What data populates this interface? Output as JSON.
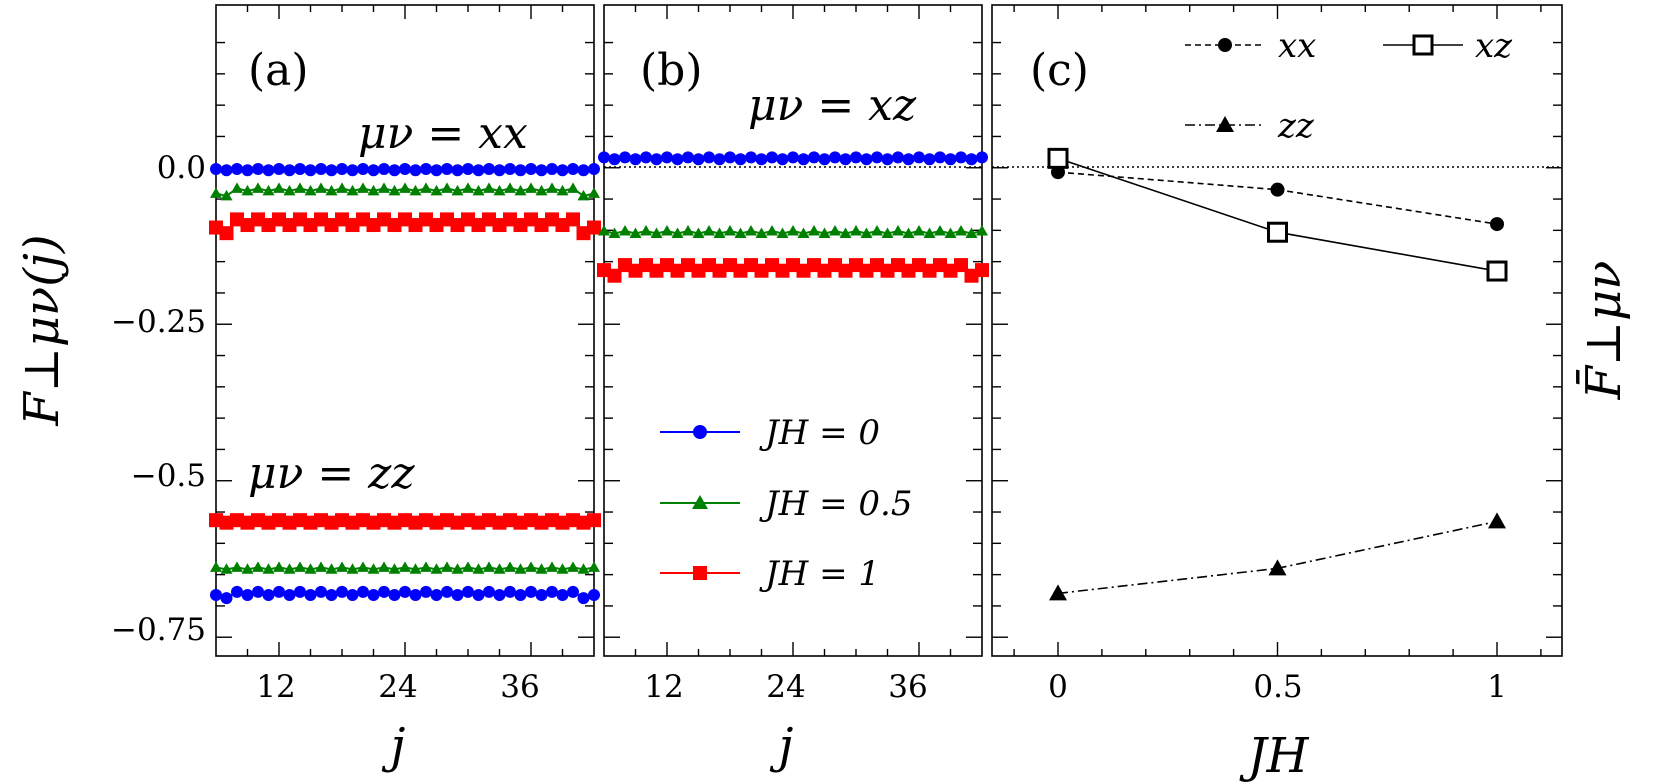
{
  "chart_data": [
    {
      "panel": "(a)",
      "type": "line",
      "xlabel": "j",
      "ylabel": "F⊥μν(j)",
      "ylim": [
        -0.78,
        0.26
      ],
      "xticks": [
        "12",
        "24",
        "36"
      ],
      "yticks": [
        "0.0",
        "−0.25",
        "−0.5",
        "−0.75"
      ],
      "annotations": [
        "μν = xx",
        "μν = zz"
      ],
      "x_range": [
        6,
        42
      ],
      "series": [
        {
          "group": "xx",
          "jh": 0,
          "edge": -0.003,
          "mid": -0.003,
          "alt": 0.002,
          "color": "#0000ff",
          "marker": "circle"
        },
        {
          "group": "xx",
          "jh": 0.5,
          "edge": -0.043,
          "mid": -0.035,
          "alt": 0.004,
          "color": "#008000",
          "marker": "triangle"
        },
        {
          "group": "xx",
          "jh": 1,
          "edge": -0.1,
          "mid": -0.087,
          "alt": 0.009,
          "color": "#ff0000",
          "marker": "square"
        },
        {
          "group": "zz",
          "jh": 0,
          "edge": -0.685,
          "mid": -0.68,
          "alt": 0.005,
          "color": "#0000ff",
          "marker": "circle"
        },
        {
          "group": "zz",
          "jh": 0.5,
          "edge": -0.64,
          "mid": -0.64,
          "alt": 0.003,
          "color": "#008000",
          "marker": "triangle"
        },
        {
          "group": "zz",
          "jh": 1,
          "edge": -0.565,
          "mid": -0.565,
          "alt": 0.004,
          "color": "#ff0000",
          "marker": "square"
        }
      ]
    },
    {
      "panel": "(b)",
      "type": "line",
      "xlabel": "j",
      "xticks": [
        "12",
        "24",
        "36"
      ],
      "annotations": [
        "μν = xz"
      ],
      "x_range": [
        6,
        42
      ],
      "series": [
        {
          "group": "xz",
          "jh": 0,
          "edge": 0.015,
          "mid": 0.015,
          "alt": 0.003,
          "color": "#0000ff",
          "marker": "circle"
        },
        {
          "group": "xz",
          "jh": 0.5,
          "edge": -0.103,
          "mid": -0.103,
          "alt": 0.004,
          "color": "#008000",
          "marker": "triangle"
        },
        {
          "group": "xz",
          "jh": 1,
          "edge": -0.168,
          "mid": -0.16,
          "alt": 0.009,
          "color": "#ff0000",
          "marker": "square"
        }
      ],
      "legend": {
        "position": "lower-center",
        "entries": [
          {
            "label": "JH = 0",
            "color": "#0000ff",
            "marker": "circle"
          },
          {
            "label": "JH = 0.5",
            "color": "#008000",
            "marker": "triangle"
          },
          {
            "label": "JH = 1",
            "color": "#ff0000",
            "marker": "square"
          }
        ]
      }
    },
    {
      "panel": "(c)",
      "type": "line",
      "xlabel": "JH",
      "ylabel": "F̄⊥μν",
      "xticks": [
        "0",
        "0.5",
        "1"
      ],
      "x": [
        0,
        0.5,
        1
      ],
      "series": [
        {
          "name": "xx",
          "values": [
            -0.007,
            -0.035,
            -0.09
          ],
          "style": "dashed",
          "marker": "circle-filled"
        },
        {
          "name": "xz",
          "values": [
            0.015,
            -0.103,
            -0.165
          ],
          "style": "solid",
          "marker": "square-open"
        },
        {
          "name": "zz",
          "values": [
            -0.68,
            -0.64,
            -0.565
          ],
          "style": "dashdot",
          "marker": "triangle-filled"
        }
      ],
      "legend": {
        "position": "top-right"
      }
    }
  ]
}
